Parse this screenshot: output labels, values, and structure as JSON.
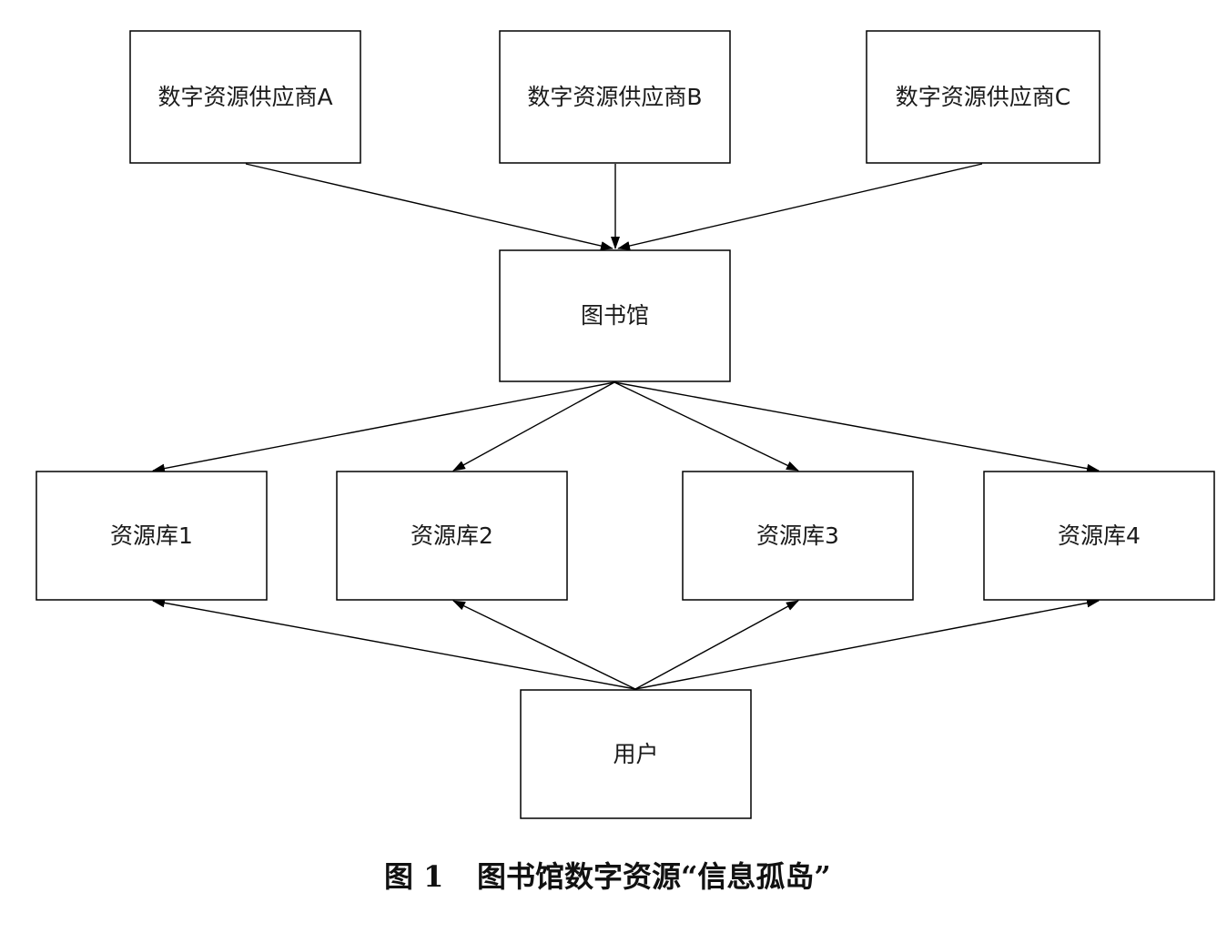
{
  "nodes": {
    "supplier_a": "数字资源供应商A",
    "supplier_b": "数字资源供应商B",
    "supplier_c": "数字资源供应商C",
    "library": "图书馆",
    "repo_1": "资源库1",
    "repo_2": "资源库2",
    "repo_3": "资源库3",
    "repo_4": "资源库4",
    "user": "用户"
  },
  "edges": [
    {
      "from": "supplier_a",
      "to": "library"
    },
    {
      "from": "supplier_b",
      "to": "library"
    },
    {
      "from": "supplier_c",
      "to": "library"
    },
    {
      "from": "library",
      "to": "repo_1"
    },
    {
      "from": "library",
      "to": "repo_2"
    },
    {
      "from": "library",
      "to": "repo_3"
    },
    {
      "from": "library",
      "to": "repo_4"
    },
    {
      "from": "user",
      "to": "repo_1"
    },
    {
      "from": "user",
      "to": "repo_2"
    },
    {
      "from": "user",
      "to": "repo_3"
    },
    {
      "from": "user",
      "to": "repo_4"
    }
  ],
  "caption": {
    "number": "图 1",
    "title": "图书馆数字资源“信息孤岛”"
  }
}
